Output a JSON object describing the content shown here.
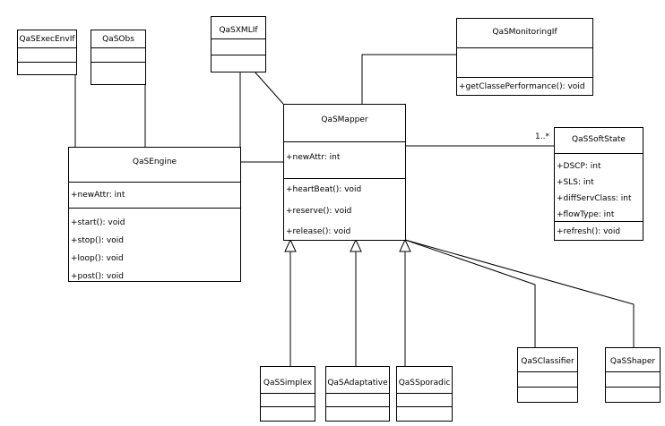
{
  "classes": {
    "exec_envif": {
      "name": "QaSExecEnvIf"
    },
    "obs": {
      "name": "QaSObs"
    },
    "xmlif": {
      "name": "QaSXMLIf"
    },
    "monitoring_if": {
      "name": "QaSMonitoringIf",
      "operations": [
        "+getClassePerformance(): void"
      ]
    },
    "mapper": {
      "name": "QaSMapper",
      "attributes": [
        "+newAttr: int"
      ],
      "operations": [
        "+heartBeat(): void",
        "+reserve(): void",
        "+release(): void"
      ]
    },
    "soft_state": {
      "name": "QaSSoftState",
      "attributes": [
        "+DSCP: int",
        "+SLS: int",
        "+diffServClass: int",
        "+flowType: int"
      ],
      "operations": [
        "+refresh(): void"
      ]
    },
    "engine": {
      "name": "QaSEngine",
      "attributes": [
        "+newAttr: int"
      ],
      "operations": [
        "+start(): void",
        "+stop(): void",
        "+loop(): void",
        "+post(): void"
      ]
    },
    "simplex": {
      "name": "QaSSimplex"
    },
    "adaptative": {
      "name": "QaSAdaptative"
    },
    "sporadic": {
      "name": "QaSSporadic"
    },
    "classifier": {
      "name": "QaSClassifier"
    },
    "shaper": {
      "name": "QaSShaper"
    }
  },
  "multiplicity": "1..*"
}
